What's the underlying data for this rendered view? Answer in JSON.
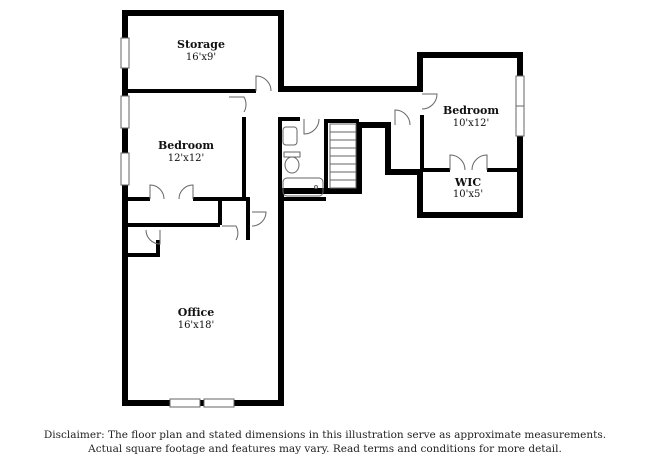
{
  "rooms": {
    "storage": {
      "name": "Storage",
      "dims": "16'x9'"
    },
    "bedroom_left": {
      "name": "Bedroom",
      "dims": "12'x12'"
    },
    "bedroom_right": {
      "name": "Bedroom",
      "dims": "10'x12'"
    },
    "wic": {
      "name": "WIC",
      "dims": "10'x5'"
    },
    "office": {
      "name": "Office",
      "dims": "16'x18'"
    }
  },
  "disclaimer": {
    "line1": "Disclaimer: The floor plan and stated dimensions in this illustration serve as approximate measurements.",
    "line2": "Actual square footage and features may vary. Read terms and conditions for more detail."
  },
  "colors": {
    "wall": "#000000",
    "fixture": "#666666",
    "background": "#ffffff"
  }
}
